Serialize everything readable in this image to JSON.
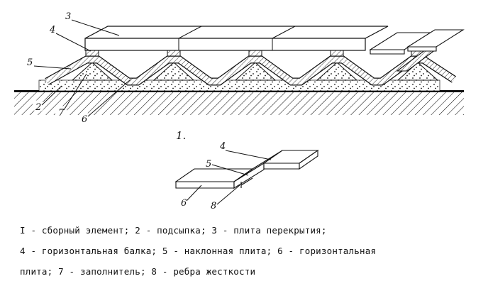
{
  "figure": {
    "background": "#ffffff",
    "ink": "#111111"
  },
  "main_view": {
    "callouts": {
      "c3": "3",
      "c4": "4",
      "c5": "5",
      "c2": "2",
      "c7": "7",
      "c6": "6"
    }
  },
  "detail_view": {
    "label": "1.",
    "callouts": {
      "c4": "4",
      "c5": "5",
      "c6": "6",
      "c8": "8"
    }
  },
  "legend": {
    "lines": [
      "I - сборный элемент; 2 - подсыпка; 3 - плита перекрытия;",
      "4 - горизонтальная балка; 5 - наклонная плита; 6 - горизонтальная",
      "плита; 7 - заполнитель; 8 - ребра жесткости"
    ]
  }
}
